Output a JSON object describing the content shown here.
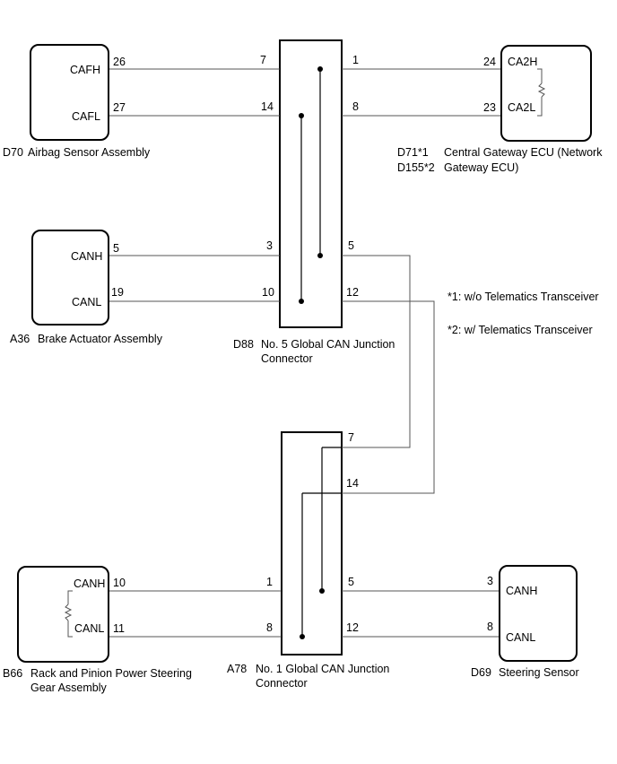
{
  "components": {
    "airbag": {
      "code": "D70",
      "name": "Airbag Sensor Assembly",
      "pin_h": "CAFH",
      "pin_l": "CAFL",
      "num_h": "26",
      "num_l": "27"
    },
    "gateway": {
      "code1": "D71*1",
      "code2": "D155*2",
      "name_line1": "Central Gateway ECU (Network",
      "name_line2": "Gateway ECU)",
      "pin_h": "CA2H",
      "pin_l": "CA2L",
      "num_h": "24",
      "num_l": "23"
    },
    "brake": {
      "code": "A36",
      "name": "Brake Actuator Assembly",
      "pin_h": "CANH",
      "pin_l": "CANL",
      "num_h": "5",
      "num_l": "19"
    },
    "steering_gear": {
      "code": "B66",
      "name_line1": "Rack and Pinion Power Steering",
      "name_line2": "Gear Assembly",
      "pin_h": "CANH",
      "pin_l": "CANL",
      "num_h": "10",
      "num_l": "11"
    },
    "steering_sensor": {
      "code": "D69",
      "name": "Steering Sensor",
      "pin_h": "CANH",
      "pin_l": "CANL",
      "num_h": "3",
      "num_l": "8"
    }
  },
  "junctions": {
    "d88": {
      "code": "D88",
      "name_line1": "No. 5 Global CAN Junction",
      "name_line2": "Connector",
      "pins": {
        "p7": "7",
        "p1": "1",
        "p14": "14",
        "p8": "8",
        "p3": "3",
        "p5": "5",
        "p10": "10",
        "p12": "12"
      }
    },
    "a78": {
      "code": "A78",
      "name_line1": "No. 1 Global CAN Junction",
      "name_line2": "Connector",
      "pins": {
        "p7": "7",
        "p14": "14",
        "p1": "1",
        "p5": "5",
        "p8": "8",
        "p12": "12"
      }
    }
  },
  "notes": {
    "note1": "*1: w/o Telematics Transceiver",
    "note2": "*2: w/ Telematics Transceiver"
  }
}
